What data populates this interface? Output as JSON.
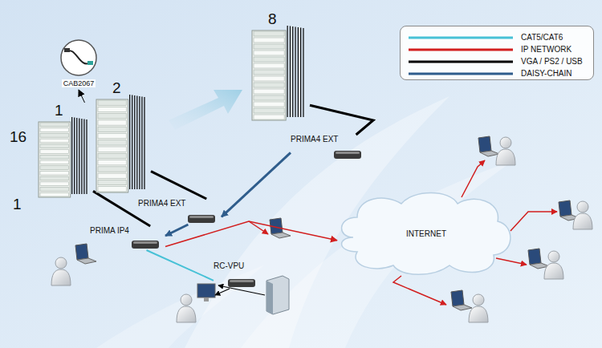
{
  "diagram": {
    "nodes": [
      {
        "text": [
          "CAB2067"
        ]
      },
      {
        "text": [
          "1"
        ]
      },
      {
        "text": [
          "2"
        ]
      },
      {
        "text": [
          "8"
        ]
      },
      {
        "text": [
          "PRIMA4 EXT"
        ]
      },
      {
        "text": [
          "PRIMA4 EXT"
        ]
      },
      {
        "text": [
          "INTERNET"
        ]
      },
      {
        "text": [
          "PRIMA IP4"
        ]
      },
      {
        "text": [
          "RC-VPU"
        ]
      }
    ],
    "edges": [
      {
        "from": 1,
        "to": 0,
        "arrow": "to"
      },
      {
        "from": 1,
        "to": 7,
        "arrow": "none"
      },
      {
        "from": 2,
        "to": 5,
        "arrow": "none"
      },
      {
        "from": 3,
        "to": 4,
        "arrow": "none"
      },
      {
        "from": 4,
        "to": 5,
        "arrow": "to"
      },
      {
        "from": 5,
        "to": 7,
        "arrow": "to"
      },
      {
        "from": 7,
        "to": 8,
        "arrow": "none"
      },
      {
        "from": 7,
        "to": 6,
        "arrow": "to"
      }
    ],
    "labels": [
      "16",
      "1"
    ],
    "legend": [
      {
        "text": "CAT5/CAT6"
      },
      {
        "text": "IP NETWORK"
      },
      {
        "text": "VGA / PS2 / USB"
      },
      {
        "text": "DAISY-CHAIN"
      }
    ]
  }
}
